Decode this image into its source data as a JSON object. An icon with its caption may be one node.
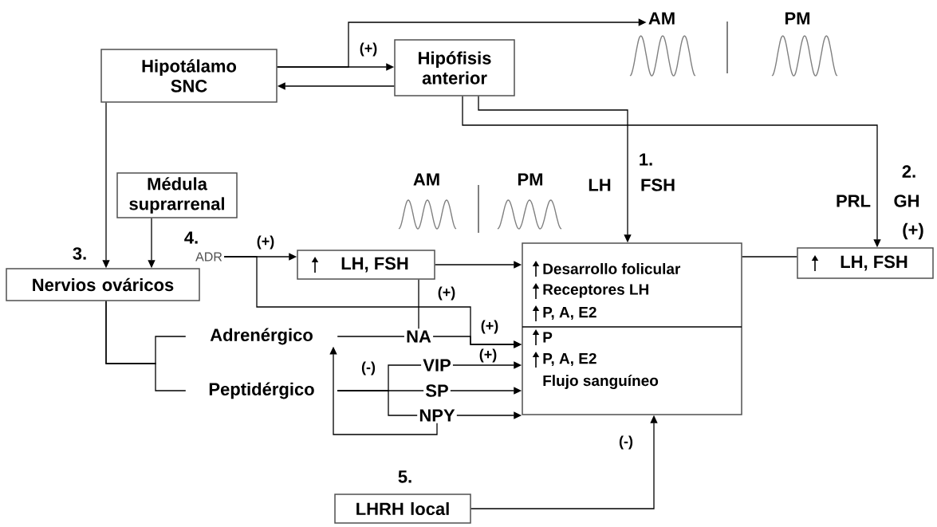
{
  "diagram": {
    "nodes": [
      {
        "text": [
          "Hipotálamo SNC"
        ]
      },
      {
        "text": [
          "Hipófisis anterior"
        ]
      },
      {
        "text": [
          "AM"
        ]
      },
      {
        "text": [
          "Médula suprarrenal"
        ]
      },
      {
        "text": [
          "Nervios ováricos"
        ]
      },
      {
        "text": [
          "LH, FSH"
        ]
      },
      {
        "text": [
          "Desarrollo folicular",
          "Receptores LH",
          "P, A, E2",
          "P",
          "P, A, E2",
          "Flujo sanguíneo"
        ]
      },
      {
        "text": [
          "LH, FSH"
        ]
      },
      {
        "text": [
          "LHRH local"
        ]
      },
      {
        "text": [
          "Adrenérgico"
        ]
      },
      {
        "text": [
          "Peptidérgico"
        ]
      },
      {
        "text": [
          "NA"
        ]
      },
      {
        "text": [
          "VIP"
        ]
      },
      {
        "text": [
          "SP"
        ]
      },
      {
        "text": [
          "NPY"
        ]
      },
      {
        "text": [
          "ADR"
        ]
      }
    ],
    "edges": [
      {
        "from": 0,
        "to": 1,
        "arrow": "to",
        "label": "(+)"
      },
      {
        "from": 1,
        "to": 0,
        "arrow": "to"
      },
      {
        "from": 0,
        "to": 2,
        "arrow": "to"
      },
      {
        "from": 1,
        "to": 6,
        "arrow": "to"
      },
      {
        "from": 1,
        "to": 7,
        "arrow": "to"
      },
      {
        "from": 0,
        "to": 4,
        "arrow": "to"
      },
      {
        "from": 3,
        "to": 4,
        "arrow": "to"
      },
      {
        "from": 15,
        "to": 5,
        "arrow": "to",
        "label": "(+)"
      },
      {
        "from": 5,
        "to": 6,
        "arrow": "to"
      },
      {
        "from": 6,
        "to": 7,
        "arrow": "none"
      },
      {
        "from": 4,
        "to": 9,
        "arrow": "none"
      },
      {
        "from": 4,
        "to": 10,
        "arrow": "none"
      },
      {
        "from": 9,
        "to": 11,
        "arrow": "none"
      },
      {
        "from": 15,
        "to": 6,
        "arrow": "to",
        "label": "(+)"
      },
      {
        "from": 11,
        "to": 6,
        "arrow": "to",
        "label": "(+)"
      },
      {
        "from": 11,
        "to": 5,
        "arrow": "none"
      },
      {
        "from": 10,
        "to": 12,
        "arrow": "none"
      },
      {
        "from": 10,
        "to": 13,
        "arrow": "none"
      },
      {
        "from": 10,
        "to": 14,
        "arrow": "none"
      },
      {
        "from": 12,
        "to": 6,
        "arrow": "to",
        "label": "(+)"
      },
      {
        "from": 13,
        "to": 6,
        "arrow": "to"
      },
      {
        "from": 14,
        "to": 6,
        "arrow": "to"
      },
      {
        "from": 14,
        "to": 9,
        "arrow": "to",
        "label": "(-)"
      },
      {
        "from": 8,
        "to": 6,
        "arrow": "to",
        "label": "(-)"
      }
    ],
    "labels": [
      "PM",
      "AM",
      "PM",
      "1.",
      "LH",
      "FSH",
      "2.",
      "PRL",
      "GH",
      "(+)",
      "3.",
      "4.",
      "5."
    ]
  }
}
